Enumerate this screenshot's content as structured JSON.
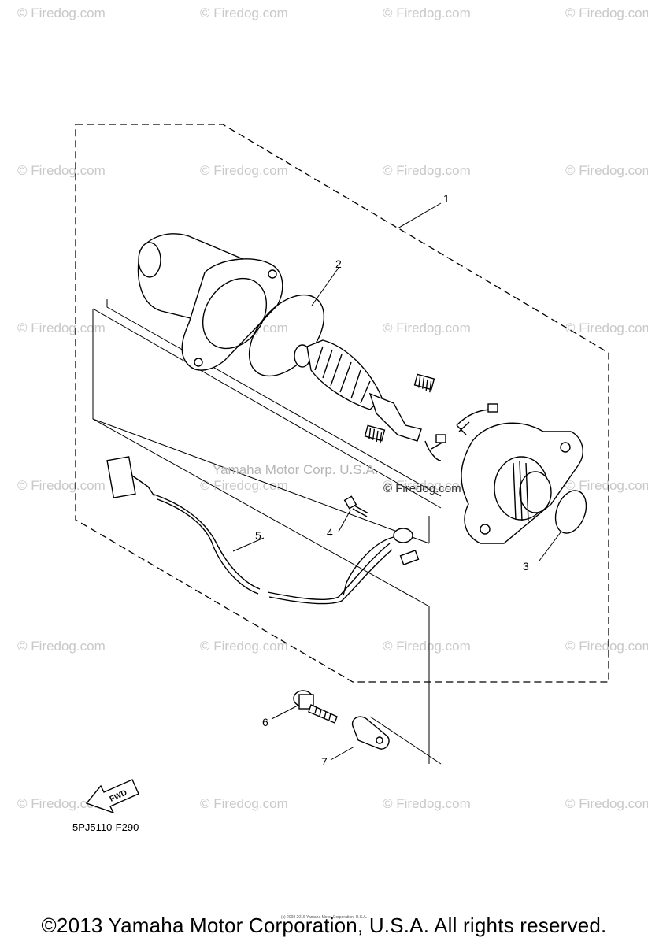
{
  "watermark": {
    "text": "© Firedog.com",
    "grid_text": "© Firedog.com"
  },
  "center_watermark": {
    "line1": "Yamaha Motor Corp. U.S.A.",
    "line2": "© Firedog.com"
  },
  "callouts": [
    "1",
    "2",
    "3",
    "4",
    "5",
    "6",
    "7"
  ],
  "fwd_label": "FWD",
  "part_code": "5PJ5110-F290",
  "tiny_copyright": "(c) 2008 2016 Yamaha Motor Corporation, U.S.A.",
  "copyright": "©2013 Yamaha Motor Corporation, U.S.A. All rights reserved.",
  "colors": {
    "line": "#000000",
    "watermark": "#c9c9c9",
    "background": "#ffffff"
  }
}
